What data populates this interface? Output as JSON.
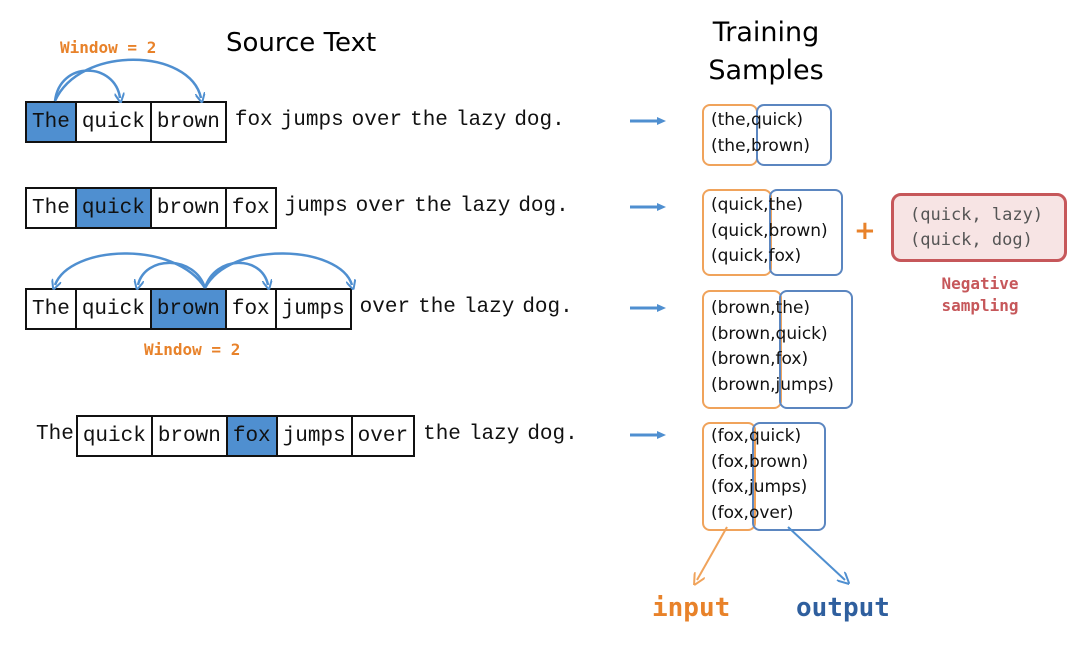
{
  "headers": {
    "source_text": "Source Text",
    "training_line1": "Training",
    "training_line2": "Samples"
  },
  "window_label": "Window = 2",
  "rows": [
    {
      "words": [
        "The",
        "quick",
        "brown",
        "fox",
        "jumps",
        "over",
        "the",
        "lazy",
        "dog."
      ],
      "center": 0,
      "boxed_from": 0,
      "boxed_to": 2
    },
    {
      "words": [
        "The",
        "quick",
        "brown",
        "fox",
        "jumps",
        "over",
        "the",
        "lazy",
        "dog."
      ],
      "center": 1,
      "boxed_from": 0,
      "boxed_to": 3
    },
    {
      "words": [
        "The",
        "quick",
        "brown",
        "fox",
        "jumps",
        "over",
        "the",
        "lazy",
        "dog."
      ],
      "center": 2,
      "boxed_from": 0,
      "boxed_to": 4
    },
    {
      "words": [
        "The",
        "quick",
        "brown",
        "fox",
        "jumps",
        "over",
        "the",
        "lazy",
        "dog."
      ],
      "center": 3,
      "boxed_from": 1,
      "boxed_to": 5
    }
  ],
  "samples": [
    {
      "input": "(the,",
      "outputs": [
        "quick)",
        "brown)"
      ]
    },
    {
      "input": "(quick,",
      "outputs": [
        "the)",
        "brown)",
        "fox)"
      ]
    },
    {
      "input": "(brown,",
      "outputs": [
        "the)",
        "quick)",
        "fox)",
        "jumps)"
      ]
    },
    {
      "input": "(fox,",
      "outputs": [
        "quick)",
        "brown)",
        "jumps)",
        "over)"
      ]
    }
  ],
  "plus": "+",
  "negative_samples": [
    "(quick, lazy)",
    "(quick, dog)"
  ],
  "negative_label_line1": "Negative",
  "negative_label_line2": "sampling",
  "input_label": "input",
  "output_label": "output",
  "colors": {
    "center_fill": "#4f8fd0",
    "arrow_blue": "#4f8fd0",
    "input_orange": "#f0a35b",
    "output_blue": "#5b86c0",
    "negative_red": "#c6575a"
  }
}
